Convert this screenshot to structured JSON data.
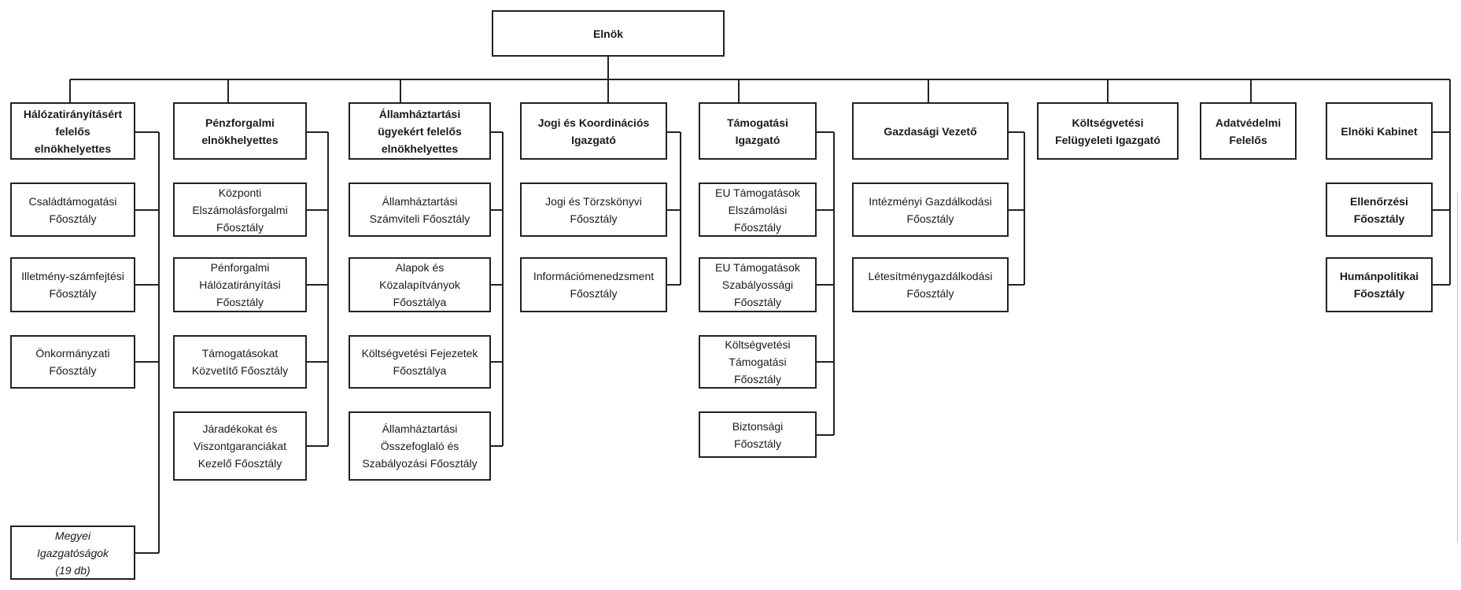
{
  "president": {
    "lines": [
      "Elnök"
    ]
  },
  "units": [
    {
      "title": [
        "Hálózatirányításért",
        "felelős",
        "elnökhelyettes"
      ],
      "children": [
        {
          "lines": [
            "Családtámogatási",
            "Főosztály"
          ]
        },
        {
          "lines": [
            "Illetmény-számfejtési",
            "Főosztály"
          ]
        },
        {
          "lines": [
            "Önkormányzati",
            "Főosztály"
          ]
        },
        {
          "lines": [
            "Megyei",
            "Igazgatóságok",
            "(19 db)"
          ],
          "italic": true
        }
      ]
    },
    {
      "title": [
        "Pénzforgalmi",
        "elnökhelyettes"
      ],
      "children": [
        {
          "lines": [
            "Központi",
            "Elszámolásforgalmi",
            "Főosztály"
          ]
        },
        {
          "lines": [
            "Pénforgalmi",
            "Hálózatirányítási",
            "Főosztály"
          ]
        },
        {
          "lines": [
            "Támogatásokat",
            "Közvetítő Főosztály"
          ]
        },
        {
          "lines": [
            "Járadékokat és",
            "Viszontgaranciákat",
            "Kezelő Főosztály"
          ]
        }
      ]
    },
    {
      "title": [
        "Államháztartási",
        "ügyekért felelős",
        "elnökhelyettes"
      ],
      "children": [
        {
          "lines": [
            "Államháztartási",
            "Számviteli Főosztály"
          ]
        },
        {
          "lines": [
            "Alapok és",
            "Közalapítványok",
            "Főosztálya"
          ]
        },
        {
          "lines": [
            "Költségvetési Fejezetek",
            "Főosztálya"
          ]
        },
        {
          "lines": [
            "Államháztartási",
            "Összefoglaló és",
            "Szabályozási Főosztály"
          ]
        }
      ]
    },
    {
      "title": [
        "Jogi és Koordinációs",
        "Igazgató"
      ],
      "children": [
        {
          "lines": [
            "Jogi és Törzskönyvi",
            "Főosztály"
          ]
        },
        {
          "lines": [
            "Információmenedzsment",
            "Főosztály"
          ]
        }
      ]
    },
    {
      "title": [
        "Támogatási",
        "Igazgató"
      ],
      "children": [
        {
          "lines": [
            "EU Támogatások",
            "Elszámolási",
            "Főosztály"
          ]
        },
        {
          "lines": [
            "EU Támogatások",
            "Szabályossági",
            "Főosztály"
          ]
        },
        {
          "lines": [
            "Költségvetési",
            "Támogatási",
            "Főosztály"
          ]
        },
        {
          "lines": [
            "Biztonsági",
            "Főosztály"
          ]
        }
      ]
    },
    {
      "title": [
        "Gazdasági Vezető"
      ],
      "children": [
        {
          "lines": [
            "Intézményi Gazdálkodási",
            "Főosztály"
          ]
        },
        {
          "lines": [
            "Létesítménygazdálkodási",
            "Főosztály"
          ]
        }
      ]
    },
    {
      "title": [
        "Költségvetési",
        "Felügyeleti Igazgató"
      ],
      "children": []
    },
    {
      "title": [
        "Adatvédelmi",
        "Felelős"
      ],
      "children": []
    },
    {
      "title": [
        "Elnöki Kabinet"
      ],
      "children": [
        {
          "lines": [
            "Ellenőrzési",
            "Főosztály"
          ],
          "bold": true
        },
        {
          "lines": [
            "Humánpolitikai",
            "Főosztály"
          ],
          "bold": true
        }
      ]
    }
  ]
}
